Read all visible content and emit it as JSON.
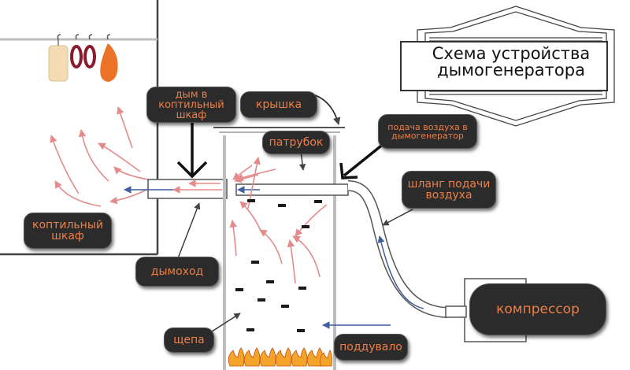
{
  "title": "Схема устройства\nдымогенератора",
  "labels": {
    "smoke_to_cabinet": "дым в\nкоптильный\nшкаф",
    "lid": "крышка",
    "nozzle": "патрубок",
    "air_supply": "подача воздуха в\nдымогенератор",
    "air_hose": "шланг подачи\nвоздуха",
    "smoking_cabinet": "коптильный\nшкаф",
    "chimney": "дымоход",
    "compressor": "компрессор",
    "wood_chips": "щепа",
    "blower": "поддувало"
  },
  "colors": {
    "pill_bg": "#2b2b2b",
    "pill_text": "#ee7f46",
    "smoke_arrow": "#e58a8a",
    "air_arrow": "#3f5f9f",
    "outline": "#555555",
    "flame": "#f4a428"
  }
}
